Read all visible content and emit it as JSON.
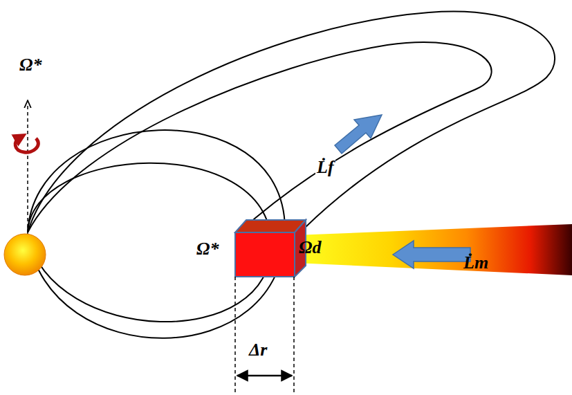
{
  "diagram": {
    "labels": [
      "Ω*",
      "L̇f",
      "Ω*",
      "Ωd",
      "L̇m",
      "Δr"
    ]
  }
}
